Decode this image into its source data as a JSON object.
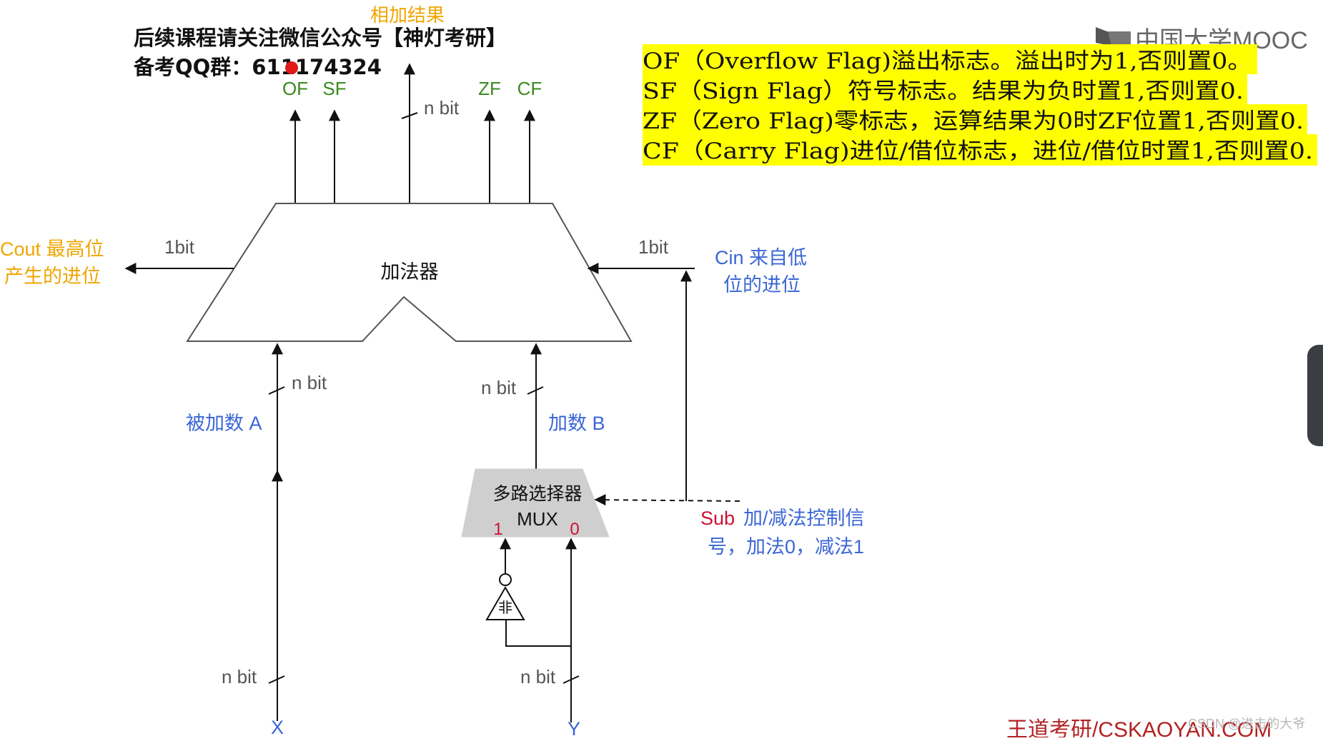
{
  "header": {
    "line1": "后续课程请关注微信公众号【神灯考研】",
    "line2": "备考QQ群：611174324",
    "sum_label": "相加结果"
  },
  "watermark": {
    "logo": "中国大学MOOC",
    "footer": "王道考研/CSKAOYAN.COM",
    "csdn": "CSDN @进击的大爷"
  },
  "flags": {
    "lines": [
      "OF（Overflow Flag)溢出标志。溢出时为1,否则置0。",
      "SF（Sign Flag）符号标志。结果为负时置1,否则置0.",
      "ZF（Zero Flag)零标志，运算结果为0时ZF位置1,否则置0.",
      "CF（Carry Flag)进位/借位标志，进位/借位时置1,否则置0."
    ],
    "highlight_color": "#ffff00"
  },
  "diagram": {
    "outputs": {
      "of": "OF",
      "sf": "SF",
      "zf": "ZF",
      "cf": "CF",
      "width": "n bit"
    },
    "adder": {
      "label": "加法器"
    },
    "cout": {
      "bits": "1bit",
      "line1": "Cout 最高位",
      "line2": "产生的进位"
    },
    "cin": {
      "bits": "1bit",
      "line1": "Cin 来自低",
      "line2": "位的进位"
    },
    "input_a": {
      "width": "n bit",
      "label": "被加数 A"
    },
    "input_b": {
      "width": "n bit",
      "label": "加数 B"
    },
    "mux": {
      "title": "多路选择器",
      "name": "MUX",
      "in1": "1",
      "in0": "0"
    },
    "not_gate": {
      "label": "非"
    },
    "sub": {
      "line1_prefix": "Sub",
      "line1_rest": "加/减法控制信",
      "line2": "号，加法0，减法1"
    },
    "x": {
      "width": "n bit",
      "label": "X"
    },
    "y": {
      "width": "n bit",
      "label": "Y"
    }
  },
  "colors": {
    "flag_green": "#3a8a1f",
    "orange": "#f0a500",
    "blue": "#3a66d6",
    "red": "#cc1133",
    "gray_mux": "#cfcfcf"
  }
}
